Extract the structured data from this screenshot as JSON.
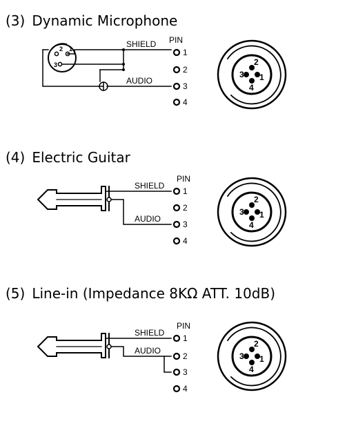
{
  "sections": [
    {
      "number": "(3)",
      "title": "Dynamic Microphone",
      "labels": {
        "shield": "SHIELD",
        "pin": "PIN",
        "audio": "AUDIO"
      },
      "pins": [
        "1",
        "2",
        "3",
        "4"
      ],
      "xlr_pins": [
        "2",
        "1",
        "3"
      ],
      "connector_pins": [
        "3",
        "2",
        "1",
        "4"
      ]
    },
    {
      "number": "(4)",
      "title": "Electric Guitar",
      "labels": {
        "shield": "SHIELD",
        "pin": "PIN",
        "audio": "AUDIO"
      },
      "pins": [
        "1",
        "2",
        "3",
        "4"
      ],
      "connector_pins": [
        "3",
        "2",
        "1",
        "4"
      ]
    },
    {
      "number": "(5)",
      "title": "Line-in (Impedance 8KΩ  ATT. 10dB)",
      "labels": {
        "shield": "SHIELD",
        "pin": "PIN",
        "audio": "AUDIO"
      },
      "pins": [
        "1",
        "2",
        "3",
        "4"
      ],
      "connector_pins": [
        "3",
        "2",
        "1",
        "4"
      ]
    }
  ]
}
